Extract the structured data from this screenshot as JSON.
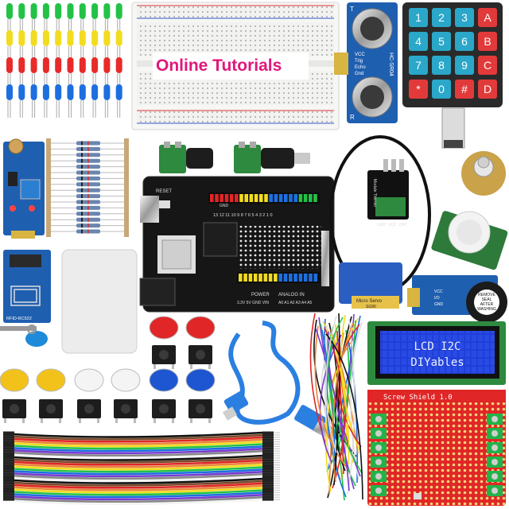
{
  "banner": "Online Tutorials",
  "keypad": {
    "keys": [
      "1",
      "2",
      "3",
      "A",
      "4",
      "5",
      "6",
      "B",
      "7",
      "8",
      "9",
      "C",
      "*",
      "0",
      "#",
      "D"
    ]
  },
  "sonar": {
    "model": "HC-SR04",
    "pins": [
      "VCC",
      "Trig",
      "Echo",
      "Gnd"
    ],
    "t": "T",
    "r": "R"
  },
  "board": {
    "reset": "RESET",
    "power": "POWER",
    "analog": "ANALOG IN",
    "gnd": "GND",
    "pins_top": "13 12 11 10 9 8 7 6 5 4 3 2 1 0",
    "pins_bottom": "A0 A1 A2 A3 A4 A5",
    "power_pins": "3.3V 5V GND VIN"
  },
  "rfid": {
    "model": "RFID-RC522"
  },
  "servo": {
    "label": "Micro Servo",
    "model": "SG90"
  },
  "sticker": {
    "text": [
      "REMOVE",
      "SEAL",
      "AFTER",
      "WASHING"
    ]
  },
  "lcd": {
    "line1": "LCD I2C",
    "line2": "DIYables"
  },
  "shield": {
    "title": "Screw Shield 1.0"
  },
  "thermo": {
    "pins": [
      "GND",
      "VCC",
      "DAT"
    ],
    "name": "Module Thermo"
  },
  "buzzer": {
    "pins": [
      "VCC",
      "I/O",
      "GND"
    ]
  },
  "colors": {
    "banner": "#e0177a",
    "board": "#161616",
    "lcd_bg": "#1f3fd8",
    "lcd_text": "#e8f0ff",
    "keypad_key": "#2aa7c9",
    "keypad_letter": "#e23a3a",
    "shield": "#e02626"
  }
}
